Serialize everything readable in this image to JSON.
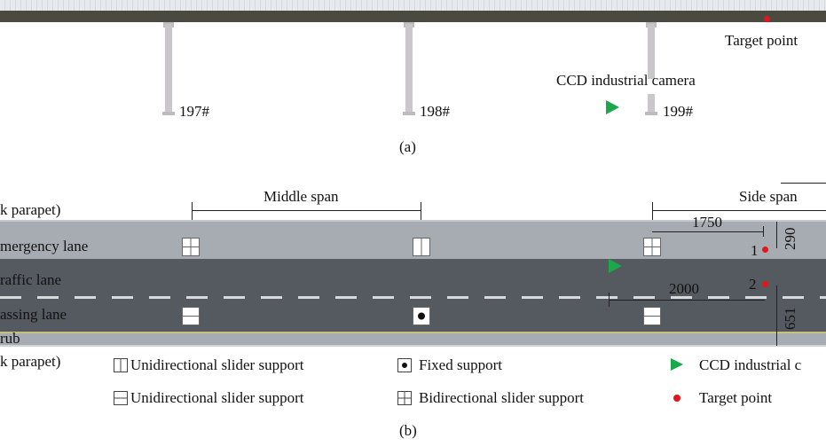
{
  "part_a": {
    "piers": [
      "197#",
      "198#",
      "199#"
    ],
    "target_label": "Target point",
    "camera_label": "CCD industrial camera",
    "caption": "(a)"
  },
  "part_b": {
    "lane_labels": [
      "k parapet)",
      "mergency lane",
      "raffic lane",
      "assing lane",
      "rub",
      "k parapet)"
    ],
    "middle_span": "Middle span",
    "side_span": "Side span",
    "dims": {
      "d1750": "1750",
      "d290": "290",
      "d2000": "2000",
      "d651": "651"
    },
    "points": [
      "1",
      "2"
    ],
    "caption": "(b)"
  },
  "legend": [
    "Unidirectional slider support",
    "Fixed support",
    "CCD industrial c",
    "Unidirectional slider support",
    "Bidirectional slider support",
    "Target point"
  ],
  "colors": {
    "camera": "#1aa84a",
    "target": "#e8141c",
    "road": "#555a60",
    "shoulder": "#a7acb3"
  }
}
